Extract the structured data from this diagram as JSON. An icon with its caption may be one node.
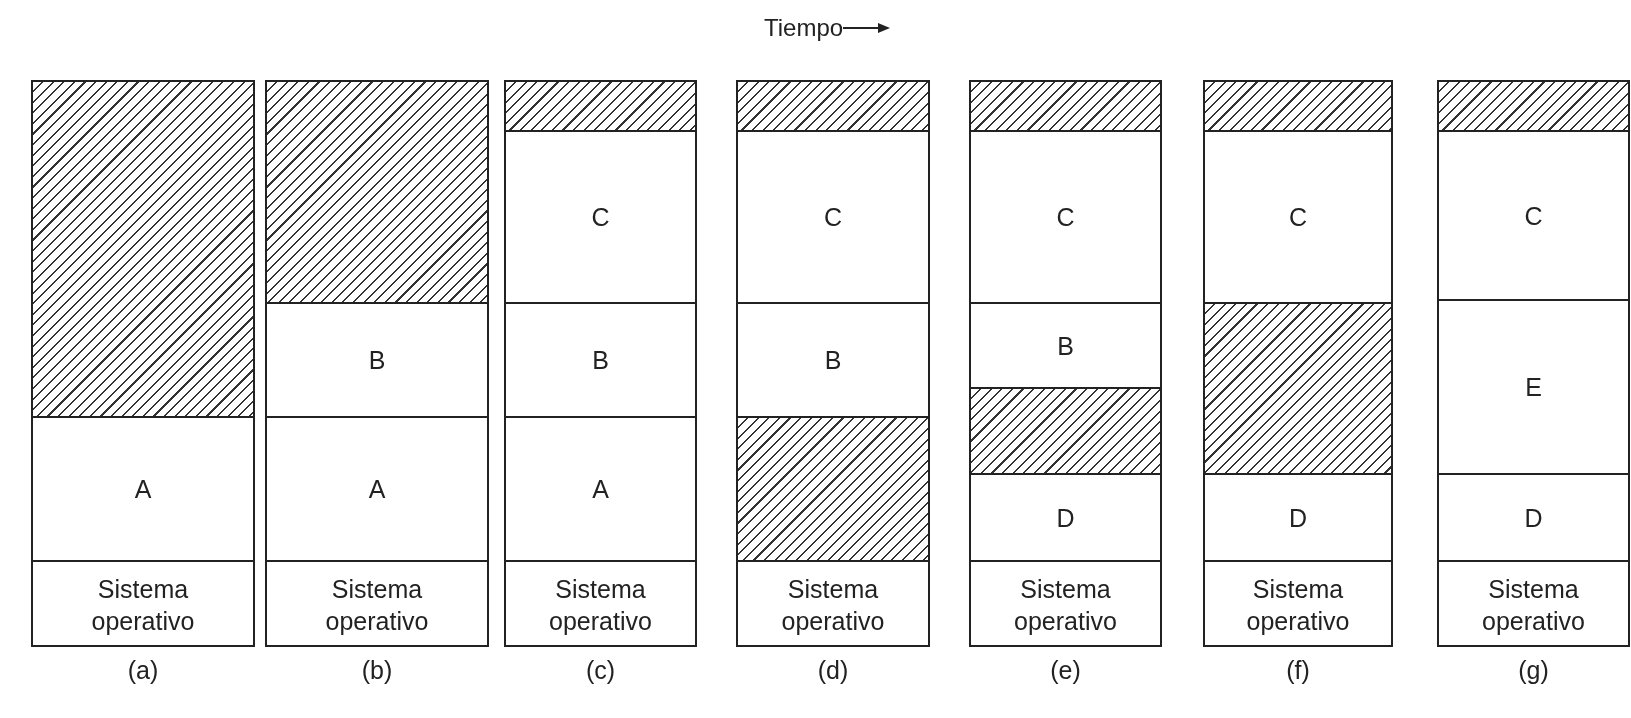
{
  "diagram": {
    "nodes": [
      {
        "text": [],
        "shape": "box",
        "beside": [
          "(a)"
        ]
      },
      {
        "text": [],
        "shape": "box",
        "in": 0
      },
      {
        "text": [
          "A"
        ],
        "in": 0
      },
      {
        "text": [
          "Sistema operativo"
        ],
        "in": 0
      },
      {
        "text": [],
        "shape": "box",
        "beside": [
          "(b)"
        ]
      },
      {
        "text": [],
        "shape": "box",
        "in": 4
      },
      {
        "text": [
          "B"
        ],
        "in": 4
      },
      {
        "text": [
          "A"
        ],
        "in": 4
      },
      {
        "text": [
          "Sistema operativo"
        ],
        "in": 4
      },
      {
        "text": [],
        "shape": "box",
        "beside": [
          "(c)"
        ]
      },
      {
        "text": [],
        "shape": "box",
        "in": 9
      },
      {
        "text": [
          "C"
        ],
        "in": 9
      },
      {
        "text": [
          "B"
        ],
        "in": 9
      },
      {
        "text": [
          "A"
        ],
        "in": 9
      },
      {
        "text": [
          "Sistema operativo"
        ],
        "in": 9
      },
      {
        "text": [],
        "shape": "box",
        "beside": [
          "(d)"
        ]
      },
      {
        "text": [],
        "shape": "box",
        "in": 15
      },
      {
        "text": [
          "C"
        ],
        "in": 15
      },
      {
        "text": [
          "B"
        ],
        "in": 15
      },
      {
        "text": [],
        "shape": "box",
        "in": 15
      },
      {
        "text": [
          "Sistema operativo"
        ],
        "in": 15
      },
      {
        "text": [],
        "shape": "box",
        "beside": [
          "(e)"
        ]
      },
      {
        "text": [],
        "shape": "box",
        "in": 21
      },
      {
        "text": [
          "C"
        ],
        "in": 21
      },
      {
        "text": [
          "B"
        ],
        "in": 21
      },
      {
        "text": [],
        "shape": "box",
        "in": 21
      },
      {
        "text": [
          "D"
        ],
        "in": 21
      },
      {
        "text": [
          "Sistema operativo"
        ],
        "in": 21
      },
      {
        "text": [],
        "shape": "box",
        "beside": [
          "(f)"
        ]
      },
      {
        "text": [],
        "shape": "box",
        "in": 28
      },
      {
        "text": [
          "C"
        ],
        "in": 28
      },
      {
        "text": [],
        "shape": "box",
        "in": 28
      },
      {
        "text": [
          "D"
        ],
        "in": 28
      },
      {
        "text": [
          "Sistema operativo"
        ],
        "in": 28
      },
      {
        "text": [],
        "shape": "box",
        "beside": [
          "(g)"
        ]
      },
      {
        "text": [],
        "shape": "box",
        "in": 34
      },
      {
        "text": [
          "C"
        ],
        "in": 34
      },
      {
        "text": [
          "E"
        ],
        "in": 34
      },
      {
        "text": [
          "D"
        ],
        "in": 34
      },
      {
        "text": [
          "Sistema operativo"
        ],
        "in": 34
      }
    ],
    "labels": [
      "Tiempo"
    ]
  }
}
